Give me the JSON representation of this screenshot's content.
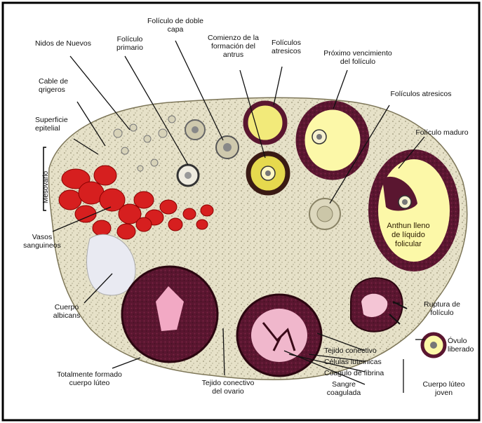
{
  "labels": {
    "nidos": "Nidos de Nuevos",
    "foliculo_primario": "Folículo\nprimario",
    "doble_capa": "Folículo de doble\ncapa",
    "comienzo_antrum": "Comienzo de la\nformación del\nantrus",
    "atresicos_top": "Folículos\natresicos",
    "proximo": "Próximo vencimiento\ndel folículo",
    "cable": "Cable de\nqrigeros",
    "superficie": "Superficie\nepitelial",
    "atresicos_right": "Folículos atresicos",
    "maduro": "Folículo maduro",
    "mesovario": "Mesovario",
    "vasos": "Vasos\nsanguineos",
    "antrum": "Anthun lleno\nde líquido\nfolicular",
    "ruptura": "Ruptura de\nfolículo",
    "cuerpo_albicans": "Cuerpo\nalbicans",
    "ovulo": "Óvulo\nliberado",
    "tejido_conectivo_small": "Tejido conectivo",
    "celulas": "Células luteinicas",
    "coagulo": "Coagulo de fibrina",
    "sangre": "Sangre\ncoagulada",
    "cuerpo_luteo_joven": "Cuerpo lúteo\njoven",
    "totalmente": "Totalmente formado\ncuerpo lúteo",
    "tejido_ovario": "Tejido conectivo\ndel ovario"
  }
}
